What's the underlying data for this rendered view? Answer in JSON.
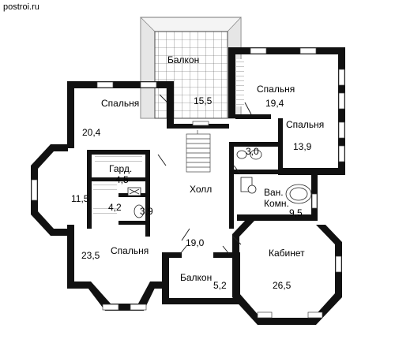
{
  "watermark": "postroi.ru",
  "rooms": [
    {
      "id": "balcony-top",
      "label": "Балкон",
      "area": "15,5"
    },
    {
      "id": "bedroom-ne",
      "label": "Спальня",
      "area": "19,4"
    },
    {
      "id": "bedroom-nw",
      "label": "Спальня",
      "area": "20,4"
    },
    {
      "id": "bedroom-e",
      "label": "Спальня",
      "area": "13,9"
    },
    {
      "id": "wardrobe",
      "label": "Гард.",
      "area": "4,5"
    },
    {
      "id": "octagon-west",
      "label": "",
      "area": "11,5"
    },
    {
      "id": "closet",
      "label": "",
      "area": "4,2"
    },
    {
      "id": "wc-small",
      "label": "",
      "area": "3,9"
    },
    {
      "id": "bath-small",
      "label": "",
      "area": "3,0"
    },
    {
      "id": "hall",
      "label": "Холл",
      "area": "19,0"
    },
    {
      "id": "bathroom",
      "label": "Ван.\nКомн.",
      "area": "9,5"
    },
    {
      "id": "bedroom-sw",
      "label": "Спальня",
      "area": "23,5"
    },
    {
      "id": "study",
      "label": "Кабинет",
      "area": "26,5"
    },
    {
      "id": "balcony-bottom",
      "label": "Балкон",
      "area": "5,2"
    }
  ]
}
